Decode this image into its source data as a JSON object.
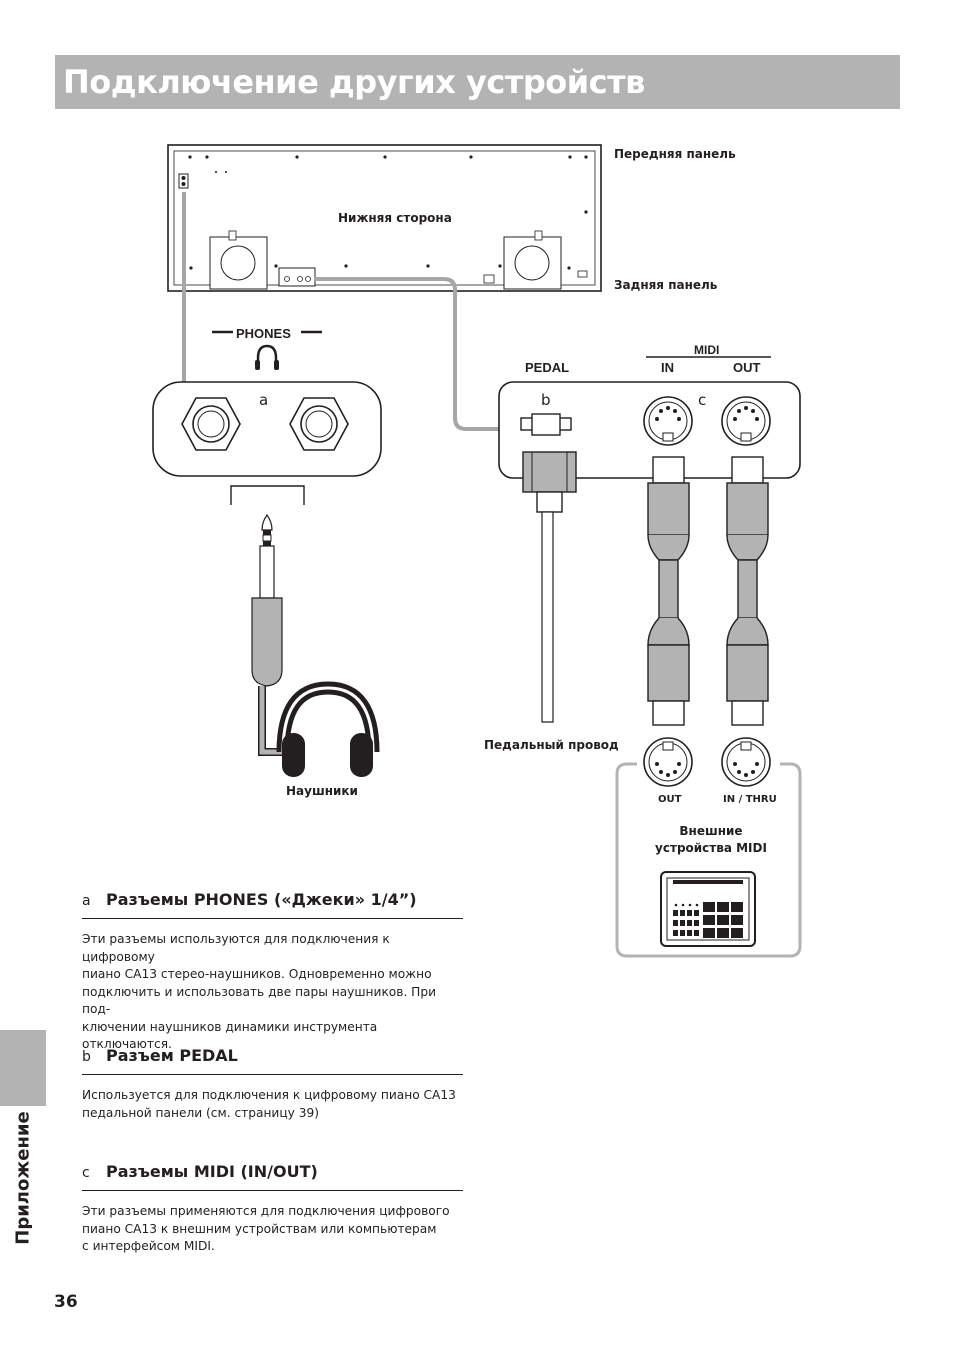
{
  "page": {
    "title": "Подключение других устройств",
    "side_tab": "Приложение",
    "page_number": "36"
  },
  "diagram": {
    "front_panel": "Передняя панель",
    "bottom_side": "Нижняя сторона",
    "rear_panel": "Задняя панель",
    "phones": "PHONES",
    "pedal": "PEDAL",
    "midi": "MIDI",
    "midi_in": "IN",
    "midi_out": "OUT",
    "letter_a": "a",
    "letter_b": "b",
    "letter_c": "c",
    "pedal_cable": "Педальный провод",
    "headphones": "Наушники",
    "ext_out": "OUT",
    "ext_in_thru": "IN / THRU",
    "ext_devices_line1": "Внешние",
    "ext_devices_line2": "устройства MIDI"
  },
  "sections": [
    {
      "letter": "a",
      "heading": "Разъемы PHONES («Джеки» 1/4”)",
      "lines": [
        "Эти разъемы используются для подключения к цифровому",
        "пиано CA13 стерео-наушников. Одновременно можно",
        "подключить и использовать две пары наушников. При под-",
        "ключении наушников динамики инструмента отключаются."
      ]
    },
    {
      "letter": "b",
      "heading": "Разъем PEDAL",
      "lines": [
        "Используется для подключения к цифровому пиано CA13",
        "педальной панели (см. страницу 39)"
      ]
    },
    {
      "letter": "c",
      "heading": "Разъемы MIDI (IN/OUT)",
      "lines": [
        "Эти разъемы применяются для подключения цифрового",
        "пиано CA13 к внешним устройствам или компьютерам",
        "с интерфейсом MIDI."
      ]
    }
  ]
}
